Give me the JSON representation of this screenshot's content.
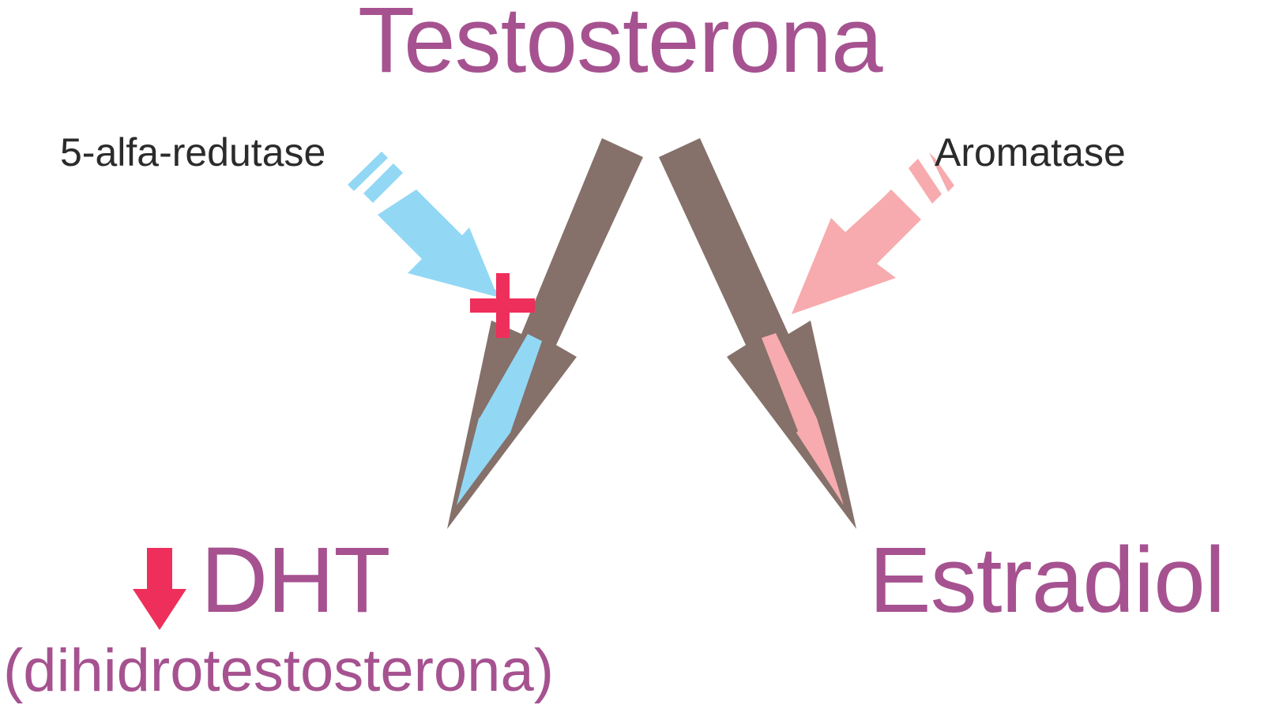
{
  "title": "Testosterona",
  "enzymes": {
    "left": "5-alfa-redutase",
    "right": "Aromatase"
  },
  "products": {
    "left": "DHT",
    "left_full": "(dihidrotestosterona)",
    "right": "Estradiol"
  },
  "colors": {
    "heading": "#a65290",
    "enzyme_text": "#2b2b2b",
    "pathway_arrow": "#85706a",
    "reductase_arrow": "#92d8f5",
    "aromatase_arrow": "#f7abae",
    "marker": "#ef2f5b"
  }
}
